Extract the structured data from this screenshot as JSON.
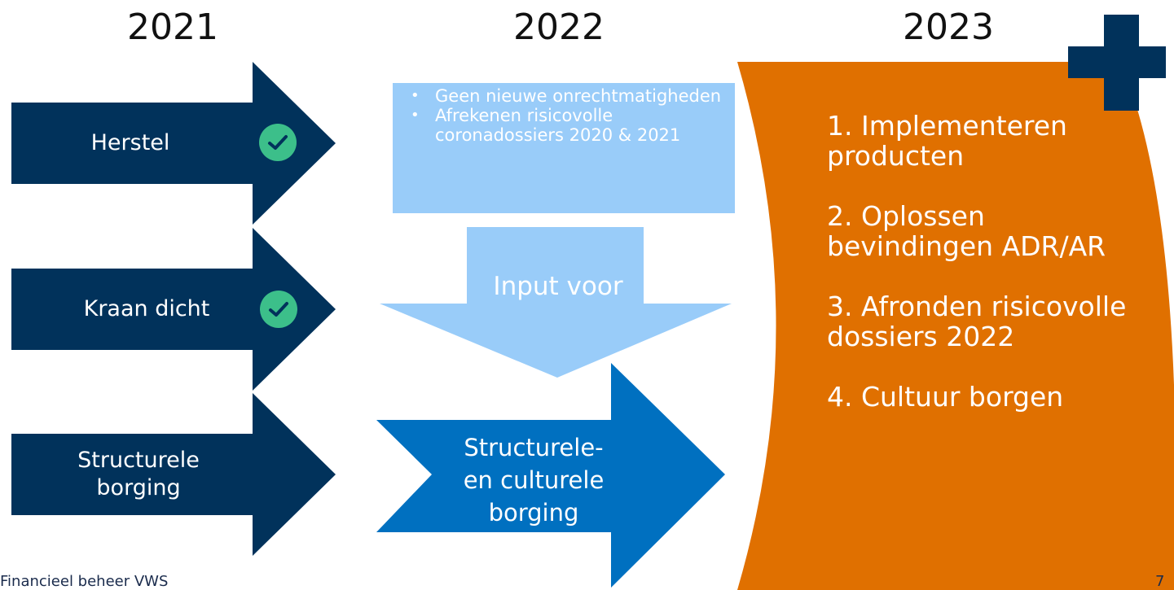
{
  "years": [
    "2021",
    "2022",
    "2023"
  ],
  "arrows_2021": [
    {
      "label": "Herstel",
      "done": true
    },
    {
      "label": "Kraan dicht",
      "done": true
    },
    {
      "label": "Structurele borging",
      "done": false
    }
  ],
  "box_2022": {
    "bullets": [
      "Geen nieuwe onrechtmatigheden",
      "Afrekenen risicovolle coronadossiers 2020 & 2021"
    ]
  },
  "down_arrow_label": "Input voor",
  "right_arrow_label": "Structurele-en culturele borging",
  "items_2023": [
    "1. Implementeren producten",
    "2. Oplossen bevindingen ADR/AR",
    "3. Afronden risicovolle dossiers 2022",
    "4. Cultuur borgen"
  ],
  "footer": "Financieel beheer VWS",
  "page_number": "7",
  "colors": {
    "navy": "#01325b",
    "light_blue": "#99ccf9",
    "mid_blue": "#0070c0",
    "orange": "#e07000",
    "check_green": "#3cbf8a"
  }
}
